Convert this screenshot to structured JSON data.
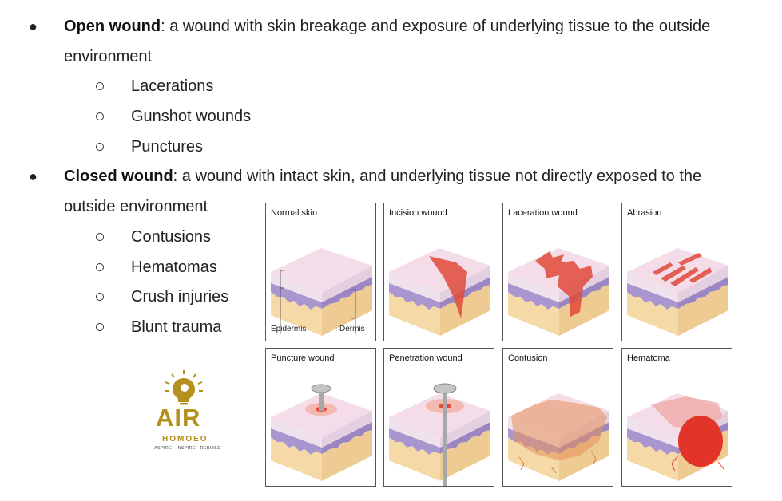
{
  "open_wound": {
    "term": "Open wound",
    "definition": ": a wound with skin breakage and exposure of underlying tissue to the outside environment",
    "examples": [
      "Lacerations",
      "Gunshot wounds",
      "Punctures"
    ]
  },
  "closed_wound": {
    "term": "Closed wound",
    "definition": ": a wound with intact skin, and underlying tissue not directly exposed to the outside environment",
    "examples": [
      "Contusions",
      "Hematomas",
      "Crush injuries",
      "Blunt trauma"
    ]
  },
  "figure": {
    "panels": [
      "Normal skin",
      "Incision wound",
      "Laceration wound",
      "Abrasion",
      "Puncture wound",
      "Penetration wound",
      "Contusion",
      "Hematoma"
    ],
    "labels": {
      "epidermis": "Epidermis",
      "dermis": "Dermis"
    }
  },
  "logo": {
    "word": "AIR",
    "brand": "HOMOEO",
    "tagline": "ASPIRE - INSPIRE - REBUILD"
  },
  "colors": {
    "skin_top": "#f5dce9",
    "epidermis": "#a996cf",
    "dermis": "#f5d9a6",
    "wound": "#e14a3a",
    "logo_gold": "#b5901d"
  }
}
